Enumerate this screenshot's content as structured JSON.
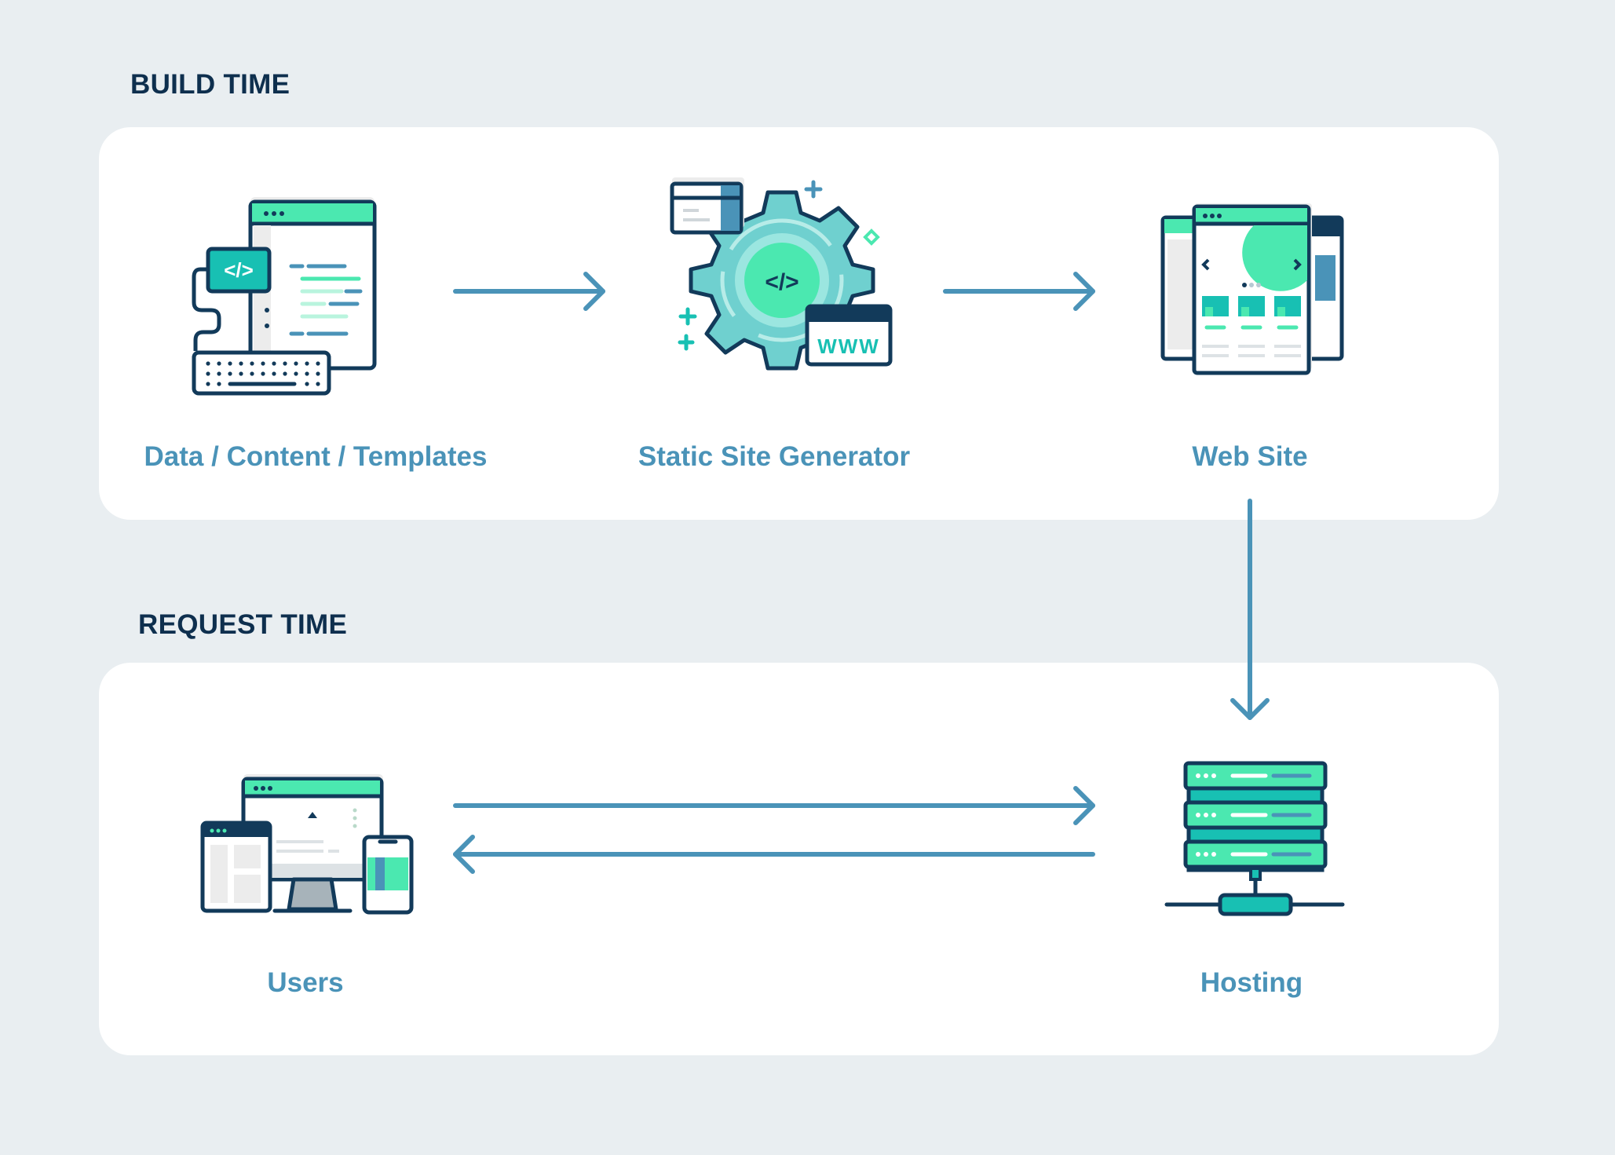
{
  "sections": {
    "build_time": "BUILD TIME",
    "request_time": "REQUEST TIME"
  },
  "nodes": {
    "data_content_templates": "Data / Content / Templates",
    "static_site_generator": "Static Site Generator",
    "web_site": "Web Site",
    "users": "Users",
    "hosting": "Hosting"
  },
  "icons": {
    "data": "code-editor-keyboard-icon",
    "generator": "gear-code-www-icon",
    "website": "website-pages-icon",
    "users": "devices-icon",
    "hosting": "server-stack-icon"
  },
  "colors": {
    "background": "#e9eef1",
    "panel": "#ffffff",
    "heading": "#0e2f4e",
    "label": "#4a93b8",
    "arrow": "#4a93b8",
    "accent_green": "#4be8b0",
    "accent_teal": "#18c0b3",
    "outline": "#123a5a"
  },
  "text_marks": {
    "www": "WWW"
  }
}
